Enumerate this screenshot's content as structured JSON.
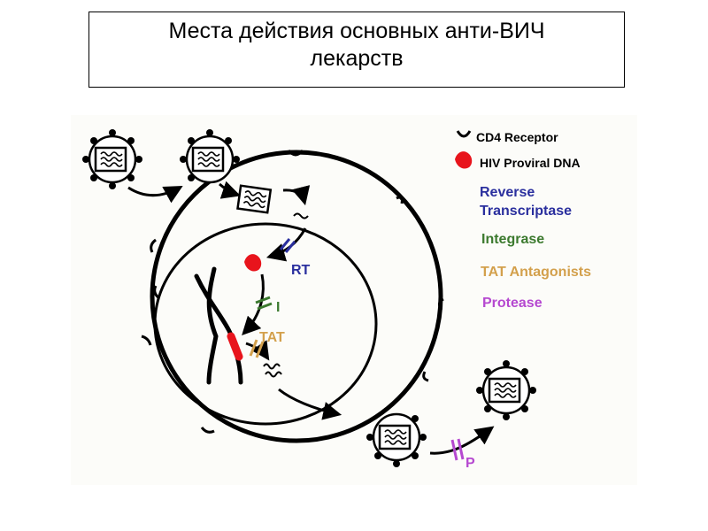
{
  "slide": {
    "title_line1": "Места действия основных анти-ВИЧ",
    "title_line2": "лекарств"
  },
  "legend": {
    "cd4": {
      "label": "CD4 Receptor",
      "color": "#000000"
    },
    "dna": {
      "label": "HIV Proviral DNA",
      "color": "#e8141c"
    },
    "rt": {
      "label_line1": "Reverse",
      "label_line2": "Transcriptase",
      "color": "#2a2f9e"
    },
    "integrase": {
      "label": "Integrase",
      "color": "#3c7a2f"
    },
    "tat": {
      "label": "TAT Antagonists",
      "color": "#d3a04c"
    },
    "protease": {
      "label": "Protease",
      "color": "#b548d0"
    }
  },
  "markers": {
    "rt": "RT",
    "integrase": "I",
    "tat": "TAT",
    "protease": "P"
  }
}
